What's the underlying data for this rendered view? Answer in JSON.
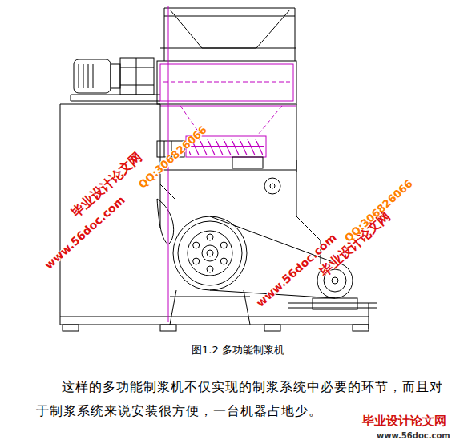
{
  "diagram": {
    "caption": "图1.2 多功能制浆机",
    "labels": [
      "毕业设计论文网",
      "www.56doc.com",
      "QQ:306826066",
      "www.56doc.com",
      "毕业设计论文网",
      "QQ:306826066",
      "这样的多功能制浆机不仅实现的制浆系统中必要的环节，而且对于制浆系统来说安装很方便，一台机器占地少。",
      "毕业设计论文网",
      "www.56doc.com"
    ]
  }
}
